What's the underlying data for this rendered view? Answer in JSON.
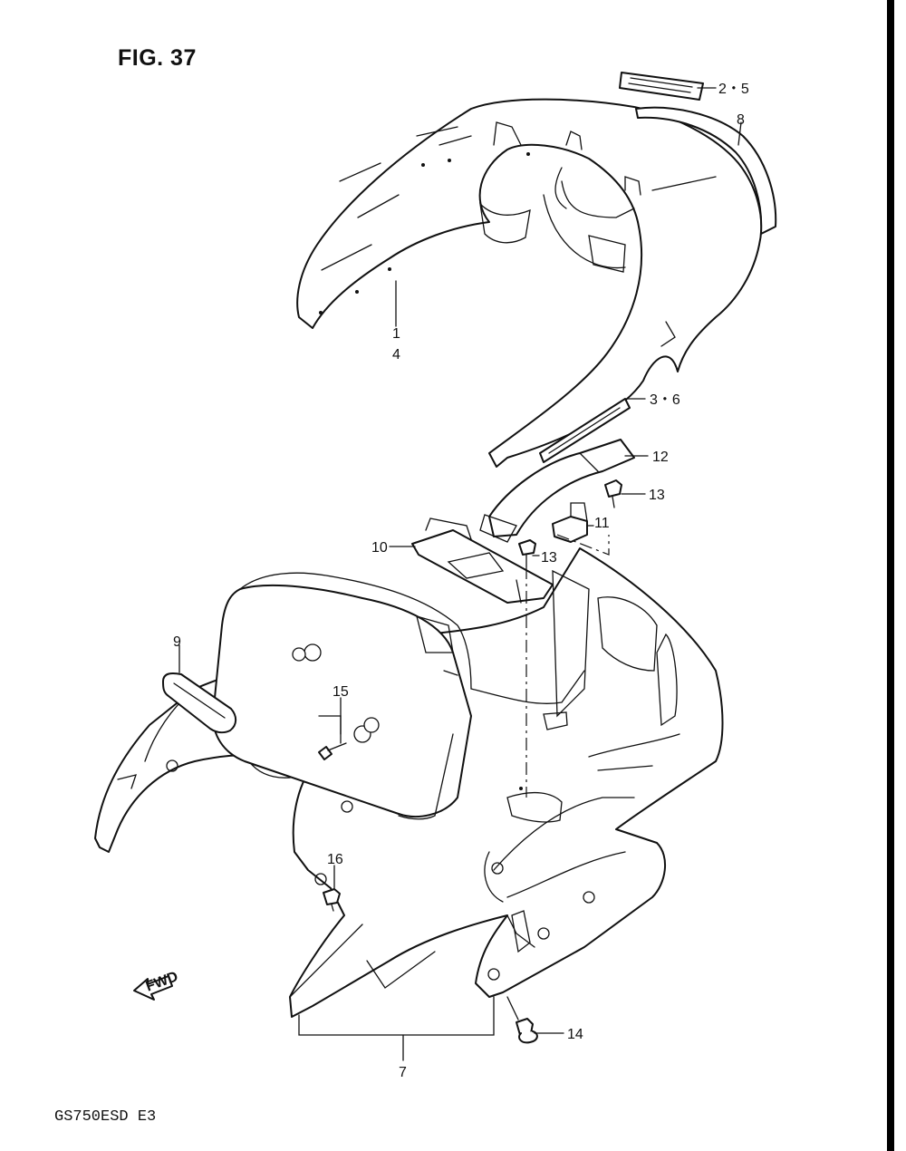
{
  "figure": {
    "title": "FIG. 37",
    "model_code": "GS750ESD  E3"
  },
  "callouts": [
    {
      "id": "c-2-5",
      "label": "2・5"
    },
    {
      "id": "c-8",
      "label": "8"
    },
    {
      "id": "c-1",
      "label": "1"
    },
    {
      "id": "c-4",
      "label": "4"
    },
    {
      "id": "c-3-6",
      "label": "3・6"
    },
    {
      "id": "c-12",
      "label": "12"
    },
    {
      "id": "c-13a",
      "label": "13"
    },
    {
      "id": "c-11",
      "label": "11"
    },
    {
      "id": "c-10",
      "label": "10"
    },
    {
      "id": "c-13b",
      "label": "13"
    },
    {
      "id": "c-9",
      "label": "9"
    },
    {
      "id": "c-15",
      "label": "15"
    },
    {
      "id": "c-16",
      "label": "16"
    },
    {
      "id": "c-14",
      "label": "14"
    },
    {
      "id": "c-7",
      "label": "7"
    }
  ],
  "fwd_arrow": {
    "label": "FWD"
  },
  "icons": {
    "fwd": "forward-arrow-icon"
  }
}
